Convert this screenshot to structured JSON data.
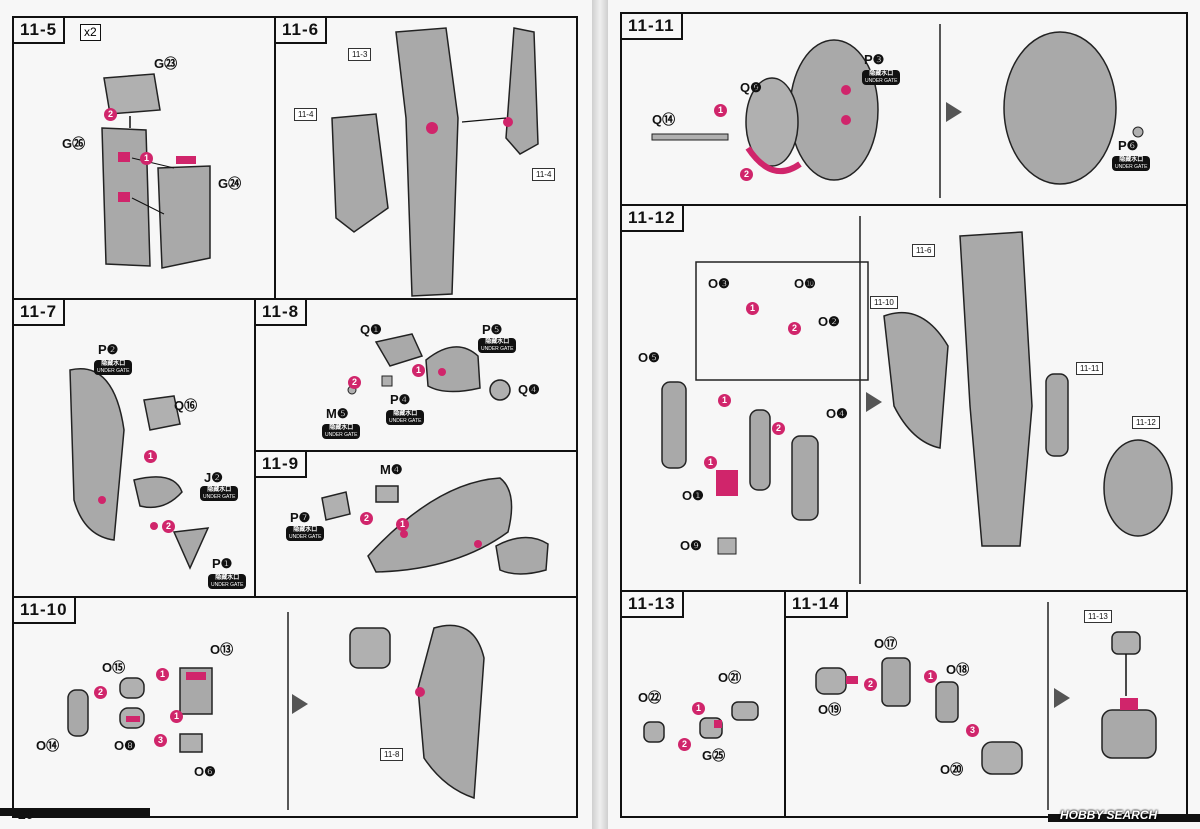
{
  "page": {
    "number": "20",
    "watermark": "HOBBY SEARCH"
  },
  "steps": {
    "s11_5": {
      "title": "11-5",
      "qty": "x2",
      "labels": [
        "G㉓",
        "G㉖",
        "G㉔"
      ],
      "marks": [
        "1",
        "2"
      ]
    },
    "s11_6": {
      "title": "11-6",
      "refs": [
        "11-3",
        "11-4",
        "11-4"
      ]
    },
    "s11_7": {
      "title": "11-7",
      "labels": [
        "P❷",
        "Q⑯",
        "J❷",
        "P❶"
      ],
      "marks": [
        "1",
        "2"
      ]
    },
    "s11_8": {
      "title": "11-8",
      "labels": [
        "Q❶",
        "P❺",
        "Q❹",
        "M❺",
        "P❹"
      ],
      "marks": [
        "1",
        "2"
      ]
    },
    "s11_9": {
      "title": "11-9",
      "labels": [
        "M❹",
        "P❼"
      ],
      "marks": [
        "1",
        "2"
      ]
    },
    "s11_10": {
      "title": "11-10",
      "labels": [
        "O⑮",
        "O⑬",
        "O⑭",
        "O❽",
        "O❻"
      ],
      "marks": [
        "1",
        "1",
        "2",
        "3"
      ],
      "refs": [
        "11-8"
      ]
    },
    "s11_11": {
      "title": "11-11",
      "labels": [
        "P❸",
        "Q❾",
        "Q⑭",
        "P❻"
      ],
      "marks": [
        "1",
        "2"
      ]
    },
    "s11_12": {
      "title": "11-12",
      "labels": [
        "O❸",
        "O❿",
        "O❷",
        "O❺",
        "O❹",
        "O❶",
        "O❾"
      ],
      "marks": [
        "1",
        "2",
        "1",
        "2",
        "1"
      ],
      "refs": [
        "11-6",
        "11-10",
        "11-11",
        "11-12"
      ]
    },
    "s11_13": {
      "title": "11-13",
      "labels": [
        "O㉑",
        "O㉒",
        "G㉕"
      ],
      "marks": [
        "1",
        "2"
      ]
    },
    "s11_14": {
      "title": "11-14",
      "labels": [
        "O⑰",
        "O⑱",
        "O⑲",
        "O⑳"
      ],
      "marks": [
        "1",
        "2",
        "3"
      ],
      "refs": [
        "11-13"
      ]
    }
  },
  "gate": {
    "cn": "隐藏水口",
    "en": "UNDER GATE"
  },
  "colors": {
    "accent": "#d0256b",
    "part": "#a9a9a9",
    "line": "#111111"
  }
}
